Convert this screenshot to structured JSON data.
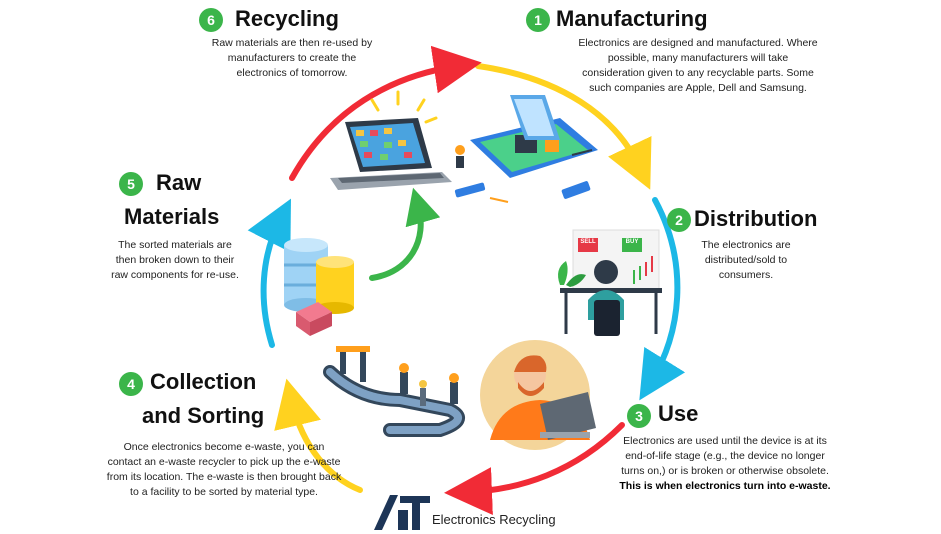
{
  "colors": {
    "badge": "#3bb54a",
    "arrow_yellow": "#ffd21f",
    "arrow_blue": "#1cb8e6",
    "arrow_red": "#f12b36",
    "arrow_green": "#3bb54a",
    "logo_navy": "#1d3557"
  },
  "steps": [
    {
      "number": "1",
      "title": "Manufacturing",
      "desc_lines": [
        "Electronics are designed and manufactured. Where",
        "possible, many manufacturers will take",
        "consideration given to any recyclable parts. Some",
        "such companies are Apple, Dell and Samsung."
      ]
    },
    {
      "number": "2",
      "title": "Distribution",
      "desc_lines": [
        "The electronics are",
        "distributed/sold to",
        "consumers."
      ]
    },
    {
      "number": "3",
      "title": "Use",
      "desc_lines": [
        "Electronics are used until the device is at its",
        "end-of-life stage (e.g., the device no longer",
        "turns on,) or is broken or otherwise obsolete."
      ],
      "desc_bold": "This is when electronics turn into e-waste."
    },
    {
      "number": "4",
      "title_line1": "Collection",
      "title_line2": "and Sorting",
      "desc_lines": [
        "Once electronics become e-waste, you can",
        "contact an e-waste recycler to pick up the e-waste",
        "from its location. The e-waste is then brought back",
        "to a facility to be sorted by material type."
      ]
    },
    {
      "number": "5",
      "title_line1": "Raw",
      "title_line2": "Materials",
      "desc_lines": [
        "The sorted materials are",
        "then broken down to their",
        "raw components for re-use."
      ]
    },
    {
      "number": "6",
      "title": "Recycling",
      "desc_lines": [
        "Raw materials are then re-used by",
        "manufacturers to create the",
        "electronics of tomorrow."
      ]
    }
  ],
  "illustrations": {
    "screen_labels": {
      "sell": "SELL",
      "buy": "BUY"
    }
  },
  "logo": {
    "mark": "IT",
    "text": "Electronics Recycling"
  }
}
